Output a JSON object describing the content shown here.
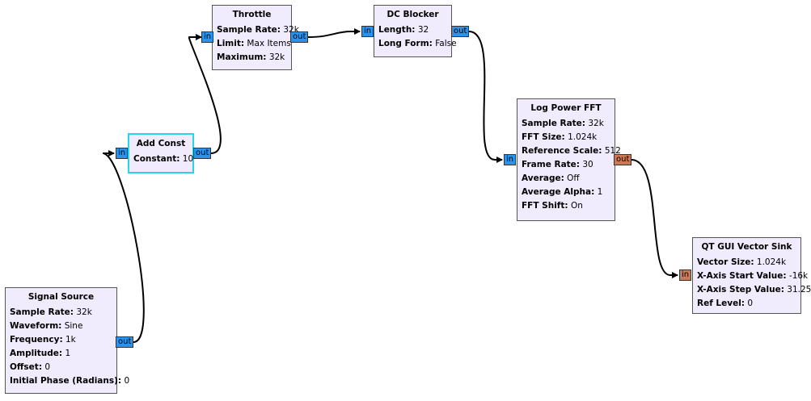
{
  "colors": {
    "block_bg": "#f1ecfd",
    "port_float": "#2e92e8",
    "port_vector": "#cc7a55",
    "selected_border": "#28d4e8"
  },
  "blocks": {
    "throttle": {
      "title": "Throttle",
      "params": [
        {
          "name": "Sample Rate:",
          "value": "32k"
        },
        {
          "name": "Limit:",
          "value": "Max Items"
        },
        {
          "name": "Maximum:",
          "value": "32k"
        }
      ],
      "in": "in",
      "out": "out"
    },
    "dc_blocker": {
      "title": "DC Blocker",
      "params": [
        {
          "name": "Length:",
          "value": "32"
        },
        {
          "name": "Long Form:",
          "value": "False"
        }
      ],
      "in": "in",
      "out": "out"
    },
    "add_const": {
      "title": "Add Const",
      "params": [
        {
          "name": "Constant:",
          "value": "10"
        }
      ],
      "in": "in",
      "out": "out"
    },
    "log_fft": {
      "title": "Log Power FFT",
      "params": [
        {
          "name": "Sample Rate:",
          "value": "32k"
        },
        {
          "name": "FFT Size:",
          "value": "1.024k"
        },
        {
          "name": "Reference Scale:",
          "value": "512"
        },
        {
          "name": "Frame Rate:",
          "value": "30"
        },
        {
          "name": "Average:",
          "value": "Off"
        },
        {
          "name": "Average Alpha:",
          "value": "1"
        },
        {
          "name": "FFT Shift:",
          "value": "On"
        }
      ],
      "in": "in",
      "out": "out"
    },
    "vector_sink": {
      "title": "QT GUI Vector Sink",
      "params": [
        {
          "name": "Vector Size:",
          "value": "1.024k"
        },
        {
          "name": "X-Axis Start Value:",
          "value": "-16k"
        },
        {
          "name": "X-Axis Step Value:",
          "value": "31.25"
        },
        {
          "name": "Ref Level:",
          "value": "0"
        }
      ],
      "in": "in"
    },
    "signal_source": {
      "title": "Signal Source",
      "params": [
        {
          "name": "Sample Rate:",
          "value": "32k"
        },
        {
          "name": "Waveform:",
          "value": "Sine"
        },
        {
          "name": "Frequency:",
          "value": "1k"
        },
        {
          "name": "Amplitude:",
          "value": "1"
        },
        {
          "name": "Offset:",
          "value": "0"
        },
        {
          "name": "Initial Phase (Radians):",
          "value": "0"
        }
      ],
      "out": "out"
    }
  }
}
